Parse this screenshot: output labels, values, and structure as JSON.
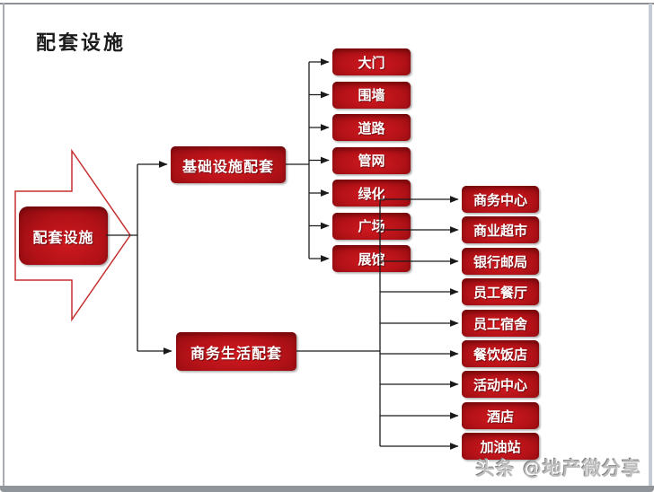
{
  "page": {
    "title": "配套设施",
    "watermark": "头条 @地产微分享"
  },
  "colors": {
    "node_red_bright": "#d01a20",
    "node_red_dark": "#8e0c10",
    "arrow_outline": "#c53030",
    "connector_line": "#1a1a1a",
    "frame_gray": "#8f959a"
  },
  "root_node": {
    "label": "配套设施"
  },
  "branches": [
    {
      "label": "基础设施配套",
      "children": [
        "大门",
        "围墙",
        "道路",
        "管网",
        "绿化",
        "广场",
        "展馆"
      ]
    },
    {
      "label": "商务生活配套",
      "children": [
        "商务中心",
        "商业超市",
        "银行邮局",
        "员工餐厅",
        "员工宿舍",
        "餐饮饭店",
        "活动中心",
        "酒店",
        "加油站"
      ]
    }
  ]
}
